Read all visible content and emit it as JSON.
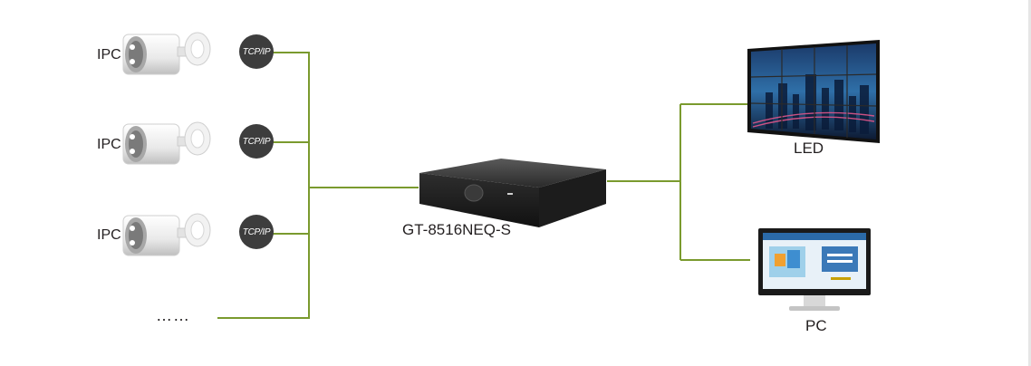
{
  "devices": {
    "cameras": [
      {
        "label": "IPC",
        "link": "TCP/IP"
      },
      {
        "label": "IPC",
        "link": "TCP/IP"
      },
      {
        "label": "IPC",
        "link": "TCP/IP"
      }
    ],
    "more": "……",
    "nvr": {
      "label": "GT-8516NEQ-S"
    },
    "led": {
      "label": "LED"
    },
    "pc": {
      "label": "PC"
    }
  },
  "colors": {
    "connector_line": "#7a9a2e",
    "badge_fill": "#3d3d3d",
    "text": "#231f20"
  },
  "icons": [
    "bullet-camera-icon",
    "nvr-recorder-icon",
    "led-video-wall-icon",
    "pc-monitor-icon"
  ]
}
